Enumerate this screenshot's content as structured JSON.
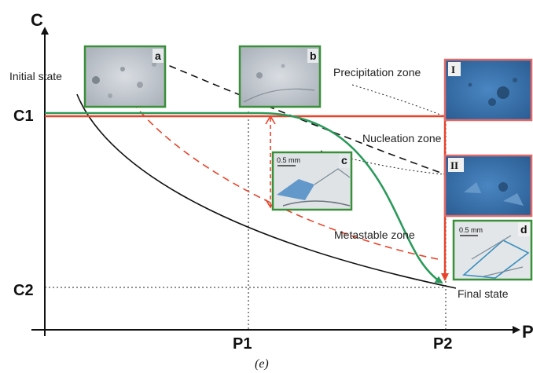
{
  "axes": {
    "y_label": "C",
    "x_label": "P",
    "y_ticks": [
      "C1",
      "C2"
    ],
    "x_ticks": [
      "P1",
      "P2"
    ]
  },
  "annotations": {
    "initial_state": "Initial state",
    "final_state": "Final state",
    "precipitation_zone": "Precipitation zone",
    "nucleation_zone": "Nucleation zone",
    "metastable_zone": "Metastable zone"
  },
  "caption": "(e)",
  "insets": {
    "a": "a",
    "b": "b",
    "c": "c",
    "d": "d",
    "roman_1": "I",
    "roman_2": "II",
    "scale_bar_c": "0.5 mm",
    "scale_bar_d": "0.5 mm"
  },
  "colors": {
    "green_path": "#2a9a5a",
    "red_path": "#e8432a",
    "solubility_curve": "#111111",
    "nucleation_curve": "#111111",
    "green_frame": "#3a8f3a",
    "red_frame": "#e06a6a"
  }
}
